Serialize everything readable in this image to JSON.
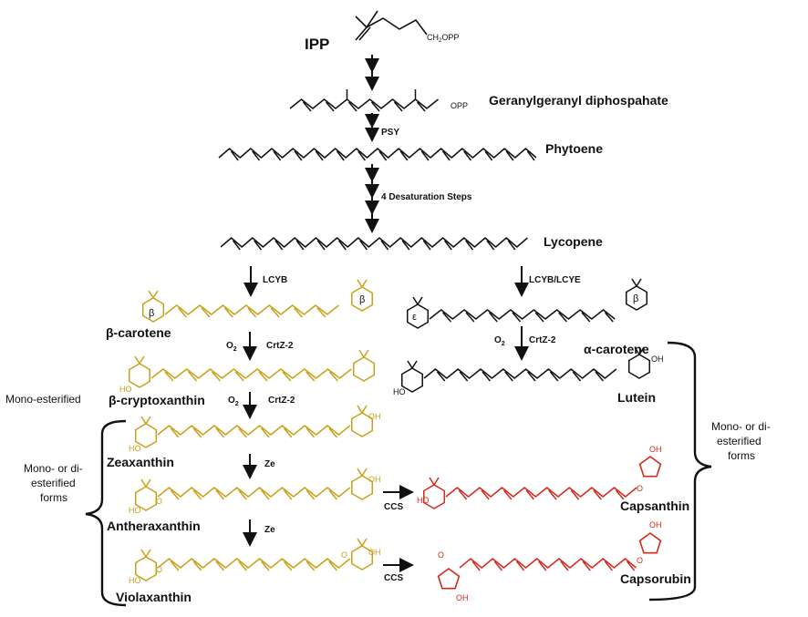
{
  "colors": {
    "black": "#111111",
    "gold": "#c9a11a",
    "red": "#d42a1e"
  },
  "compounds": {
    "ipp": "IPP",
    "ggpp": "Geranylgeranyl diphospahate",
    "phytoene": "Phytoene",
    "lycopene": "Lycopene",
    "beta_carotene": "β-carotene",
    "alpha_carotene": "α-carotene",
    "beta_cryptoxanthin": "β-cryptoxanthin",
    "lutein": "Lutein",
    "zeaxanthin": "Zeaxanthin",
    "antheraxanthin": "Antheraxanthin",
    "violaxanthin": "Violaxanthin",
    "capsanthin": "Capsanthin",
    "capsorubin": "Capsorubin"
  },
  "enzymes": {
    "psy": "PSY",
    "desat": "4 Desaturation Steps",
    "lcyb": "LCYB",
    "lcyb_lcye": "LCYB/LCYE",
    "o2": "O",
    "o2_sub": "2",
    "crtz": "CrtZ-2",
    "ze": "Ze",
    "ccs": "CCS"
  },
  "groups": {
    "mono_esterified": "Mono-esterified",
    "mono_di_left": [
      "Mono- or di-",
      "esterified",
      "forms"
    ],
    "mono_di_right": [
      "Mono- or di-",
      "esterified",
      "forms"
    ]
  },
  "atoms": {
    "ch2opp_main": "CH",
    "ch2opp_sub": "2",
    "ch2opp_tail": "OPP",
    "opp": "OPP",
    "oh": "OH",
    "ho": "HO",
    "o": "O",
    "beta_ring": "β",
    "epsilon_ring": "ε"
  }
}
